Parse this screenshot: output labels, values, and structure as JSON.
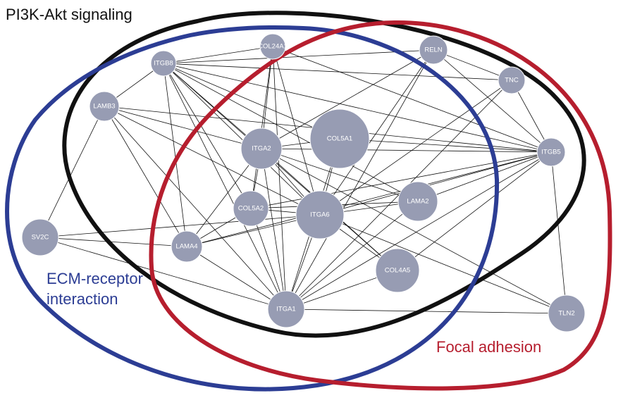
{
  "sets": [
    {
      "id": "pi3k",
      "lines": [
        "PI3K-Akt signaling"
      ],
      "color": "#111111"
    },
    {
      "id": "ecm",
      "lines": [
        "ECM-receptor",
        "interaction"
      ],
      "color": "#2c3d94"
    },
    {
      "id": "focal",
      "lines": [
        "Focal adhesion"
      ],
      "color": "#b61e2e"
    }
  ],
  "nodes": [
    {
      "id": "COL24A1",
      "label": "COL24A1"
    },
    {
      "id": "RELN",
      "label": "RELN"
    },
    {
      "id": "ITGB8",
      "label": "ITGB8"
    },
    {
      "id": "TNC",
      "label": "TNC"
    },
    {
      "id": "LAMB3",
      "label": "LAMB3"
    },
    {
      "id": "COL5A1",
      "label": "COL5A1"
    },
    {
      "id": "ITGA2",
      "label": "ITGA2"
    },
    {
      "id": "ITGB5",
      "label": "ITGB5"
    },
    {
      "id": "LAMA2",
      "label": "LAMA2"
    },
    {
      "id": "COL5A2",
      "label": "COL5A2"
    },
    {
      "id": "ITGA6",
      "label": "ITGA6"
    },
    {
      "id": "SV2C",
      "label": "SV2C"
    },
    {
      "id": "LAMA4",
      "label": "LAMA4"
    },
    {
      "id": "COL4A5",
      "label": "COL4A5"
    },
    {
      "id": "ITGA1",
      "label": "ITGA1"
    },
    {
      "id": "TLN2",
      "label": "TLN2"
    }
  ],
  "edges": [
    [
      "ITGB8",
      "COL24A1"
    ],
    [
      "ITGB8",
      "RELN"
    ],
    [
      "ITGB8",
      "TNC"
    ],
    [
      "ITGB8",
      "LAMB3"
    ],
    [
      "ITGB8",
      "ITGA2"
    ],
    [
      "ITGB8",
      "COL5A1"
    ],
    [
      "ITGB8",
      "ITGB5"
    ],
    [
      "ITGB8",
      "LAMA2"
    ],
    [
      "ITGB8",
      "COL5A2"
    ],
    [
      "ITGB8",
      "ITGA6"
    ],
    [
      "ITGB8",
      "LAMA4"
    ],
    [
      "ITGB8",
      "COL4A5"
    ],
    [
      "ITGB8",
      "ITGA1"
    ],
    [
      "COL24A1",
      "ITGA2"
    ],
    [
      "COL24A1",
      "ITGA6"
    ],
    [
      "COL24A1",
      "ITGA1"
    ],
    [
      "COL24A1",
      "ITGB5"
    ],
    [
      "COL24A1",
      "COL5A2"
    ],
    [
      "RELN",
      "ITGA2"
    ],
    [
      "RELN",
      "ITGA6"
    ],
    [
      "RELN",
      "ITGA1"
    ],
    [
      "RELN",
      "ITGB5"
    ],
    [
      "RELN",
      "TNC"
    ],
    [
      "TNC",
      "ITGA6"
    ],
    [
      "TNC",
      "ITGB5"
    ],
    [
      "TNC",
      "ITGA1"
    ],
    [
      "LAMB3",
      "ITGA2"
    ],
    [
      "LAMB3",
      "ITGA6"
    ],
    [
      "LAMB3",
      "ITGA1"
    ],
    [
      "LAMB3",
      "ITGB5"
    ],
    [
      "LAMB3",
      "SV2C"
    ],
    [
      "LAMB3",
      "LAMA4"
    ],
    [
      "COL5A1",
      "ITGA2"
    ],
    [
      "COL5A1",
      "ITGA6"
    ],
    [
      "COL5A1",
      "ITGA1"
    ],
    [
      "COL5A1",
      "ITGB5"
    ],
    [
      "ITGA2",
      "ITGB5"
    ],
    [
      "ITGA2",
      "COL5A2"
    ],
    [
      "ITGA2",
      "LAMA2"
    ],
    [
      "ITGA2",
      "ITGA6"
    ],
    [
      "ITGA2",
      "COL4A5"
    ],
    [
      "ITGA2",
      "LAMA4"
    ],
    [
      "ITGA2",
      "ITGA1"
    ],
    [
      "ITGA2",
      "TLN2"
    ],
    [
      "ITGB5",
      "COL5A2"
    ],
    [
      "ITGB5",
      "LAMA2"
    ],
    [
      "ITGB5",
      "ITGA6"
    ],
    [
      "ITGB5",
      "LAMA4"
    ],
    [
      "ITGB5",
      "ITGA1"
    ],
    [
      "ITGB5",
      "TLN2"
    ],
    [
      "ITGB5",
      "COL4A5"
    ],
    [
      "LAMA2",
      "ITGA6"
    ],
    [
      "LAMA2",
      "ITGA1"
    ],
    [
      "LAMA2",
      "COL5A2"
    ],
    [
      "COL5A2",
      "ITGA6"
    ],
    [
      "COL5A2",
      "ITGA1"
    ],
    [
      "COL5A2",
      "LAMA4"
    ],
    [
      "ITGA6",
      "SV2C"
    ],
    [
      "ITGA6",
      "LAMA4"
    ],
    [
      "ITGA6",
      "COL4A5"
    ],
    [
      "ITGA6",
      "ITGA1"
    ],
    [
      "ITGA6",
      "TLN2"
    ],
    [
      "SV2C",
      "LAMA4"
    ],
    [
      "SV2C",
      "ITGA1"
    ],
    [
      "LAMA4",
      "ITGA1"
    ],
    [
      "COL4A5",
      "ITGA1"
    ],
    [
      "ITGA1",
      "TLN2"
    ]
  ]
}
